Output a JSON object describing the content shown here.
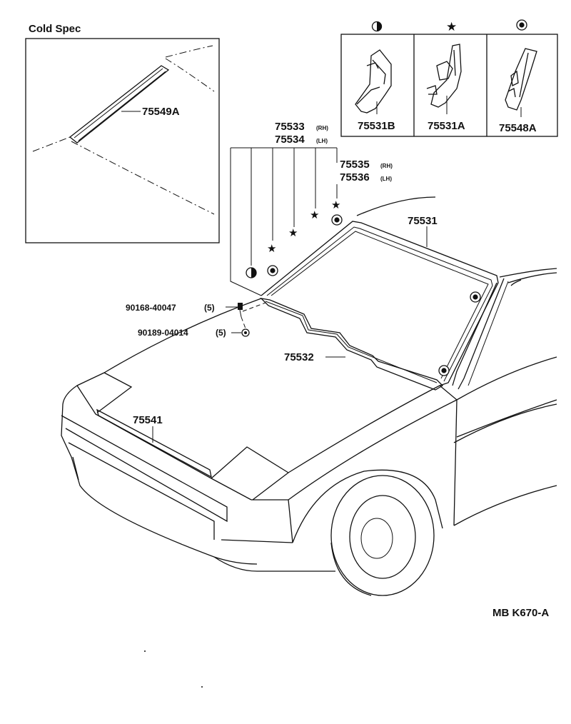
{
  "inset": {
    "title": "Cold Spec",
    "part": "75549A"
  },
  "clip_legend": {
    "symbols": [
      "half-circle",
      "star",
      "double-circle"
    ],
    "parts": [
      "75531B",
      "75531A",
      "75548A"
    ]
  },
  "moulding_labels": {
    "a_num": "75533",
    "a_side": "(RH)",
    "b_num": "75534",
    "b_side": "(LH)",
    "c_num": "75535",
    "c_side": "(RH)",
    "d_num": "75536",
    "d_side": "(LH)"
  },
  "parts": {
    "p75531": "75531",
    "p75532": "75532",
    "p75541": "75541",
    "bolt": "90168-40047",
    "bolt_qty": "(5)",
    "nut": "90189-04014",
    "nut_qty": "(5)"
  },
  "figure_code": "MB K670-A"
}
